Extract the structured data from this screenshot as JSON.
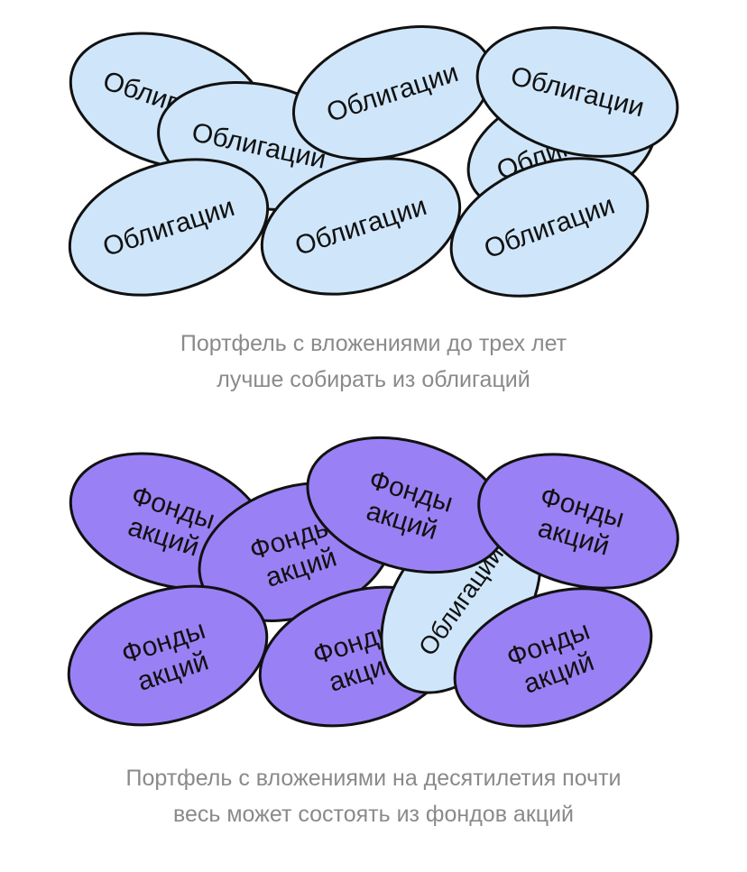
{
  "colors": {
    "bond_fill": "#cfe6fa",
    "stock_fill": "#9a80f5",
    "outline": "#111111",
    "caption_text": "#8a8a8a"
  },
  "labels": {
    "bonds": "Облигации",
    "stocks_line1": "Фонды",
    "stocks_line2": "акций"
  },
  "section_top": {
    "caption_line1": "Портфель с вложениями до трех лет",
    "caption_line2": "лучше собирать из облигаций"
  },
  "section_bottom": {
    "caption_line1": "Портфель с вложениями на десятилетия почти",
    "caption_line2": "весь может состоять из фондов акций"
  }
}
